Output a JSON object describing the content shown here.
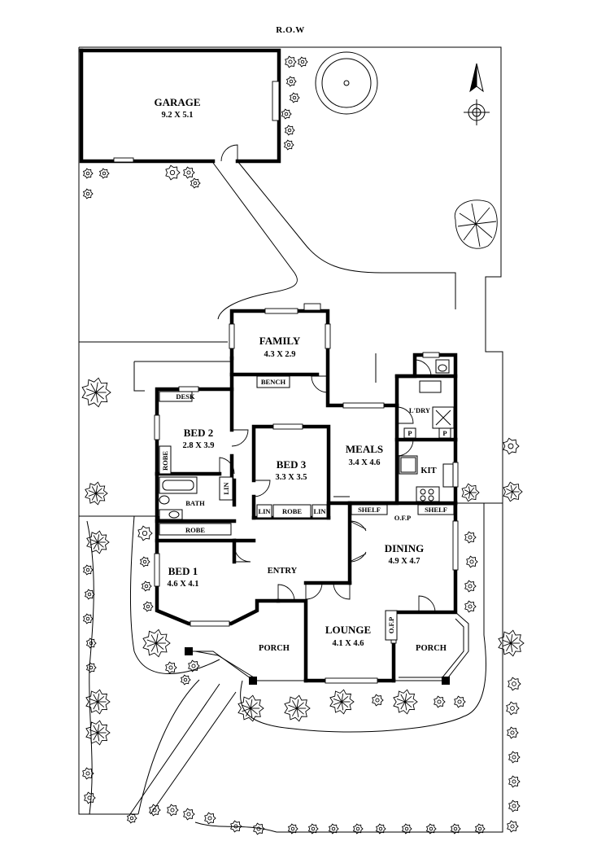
{
  "site": {
    "row_label": "R.O.W"
  },
  "rooms": {
    "garage": {
      "name": "GARAGE",
      "dims": "9.2 X 5.1"
    },
    "family": {
      "name": "FAMILY",
      "dims": "4.3 X 2.9"
    },
    "bed2": {
      "name": "BED 2",
      "dims": "2.8 X 3.9"
    },
    "bed3": {
      "name": "BED 3",
      "dims": "3.3 X 3.5"
    },
    "meals": {
      "name": "MEALS",
      "dims": "3.4 X 4.6"
    },
    "bed1": {
      "name": "BED 1",
      "dims": "4.6 X 4.1"
    },
    "dining": {
      "name": "DINING",
      "dims": "4.9 X 4.7"
    },
    "lounge": {
      "name": "LOUNGE",
      "dims": "4.1 X 4.6"
    }
  },
  "labels": {
    "bench": "BENCH",
    "desk": "DESK",
    "robe_bed2": "ROBE",
    "lin_bath": "LIN",
    "bath": "BATH",
    "robe_bed1": "ROBE",
    "lin_left": "LIN",
    "robe_bed3": "ROBE",
    "lin_right": "LIN",
    "laundry": "L'DRY",
    "pantry_left": "P",
    "pantry_right": "P",
    "kitchen": "KIT",
    "shelf_left": "SHELF",
    "shelf_right": "SHELF",
    "ofp_dining": "O.F.P",
    "ofp_lounge": "O.F.P",
    "entry": "ENTRY",
    "porch_left": "PORCH",
    "porch_right": "PORCH"
  },
  "icons": {
    "north_arrow": "north-arrow-icon",
    "compass": "compass-rose-icon"
  }
}
